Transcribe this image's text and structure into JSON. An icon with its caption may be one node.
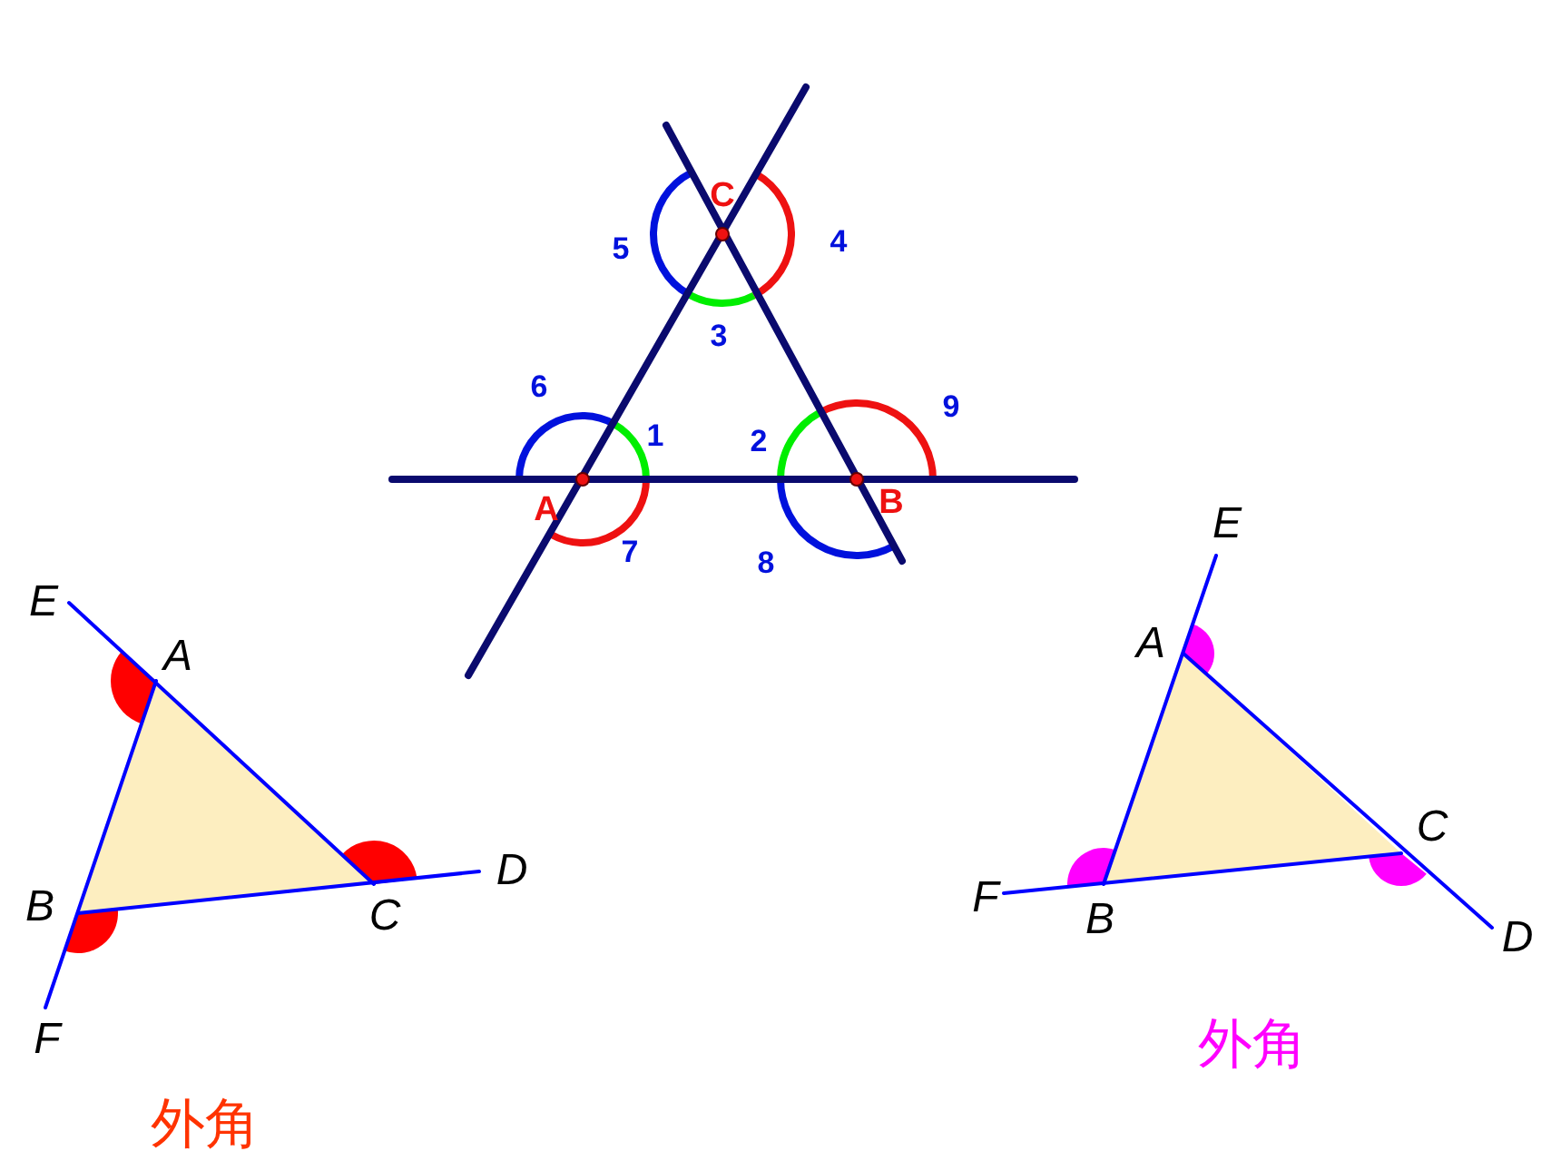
{
  "diagram": {
    "labels": [
      "C",
      "5",
      "4",
      "3",
      "6",
      "1",
      "2",
      "9",
      "A",
      "B",
      "7",
      "8",
      "E",
      "A",
      "B",
      "C",
      "D",
      "F",
      "外角",
      "E",
      "A",
      "C",
      "F",
      "B",
      "D",
      "外角"
    ]
  }
}
